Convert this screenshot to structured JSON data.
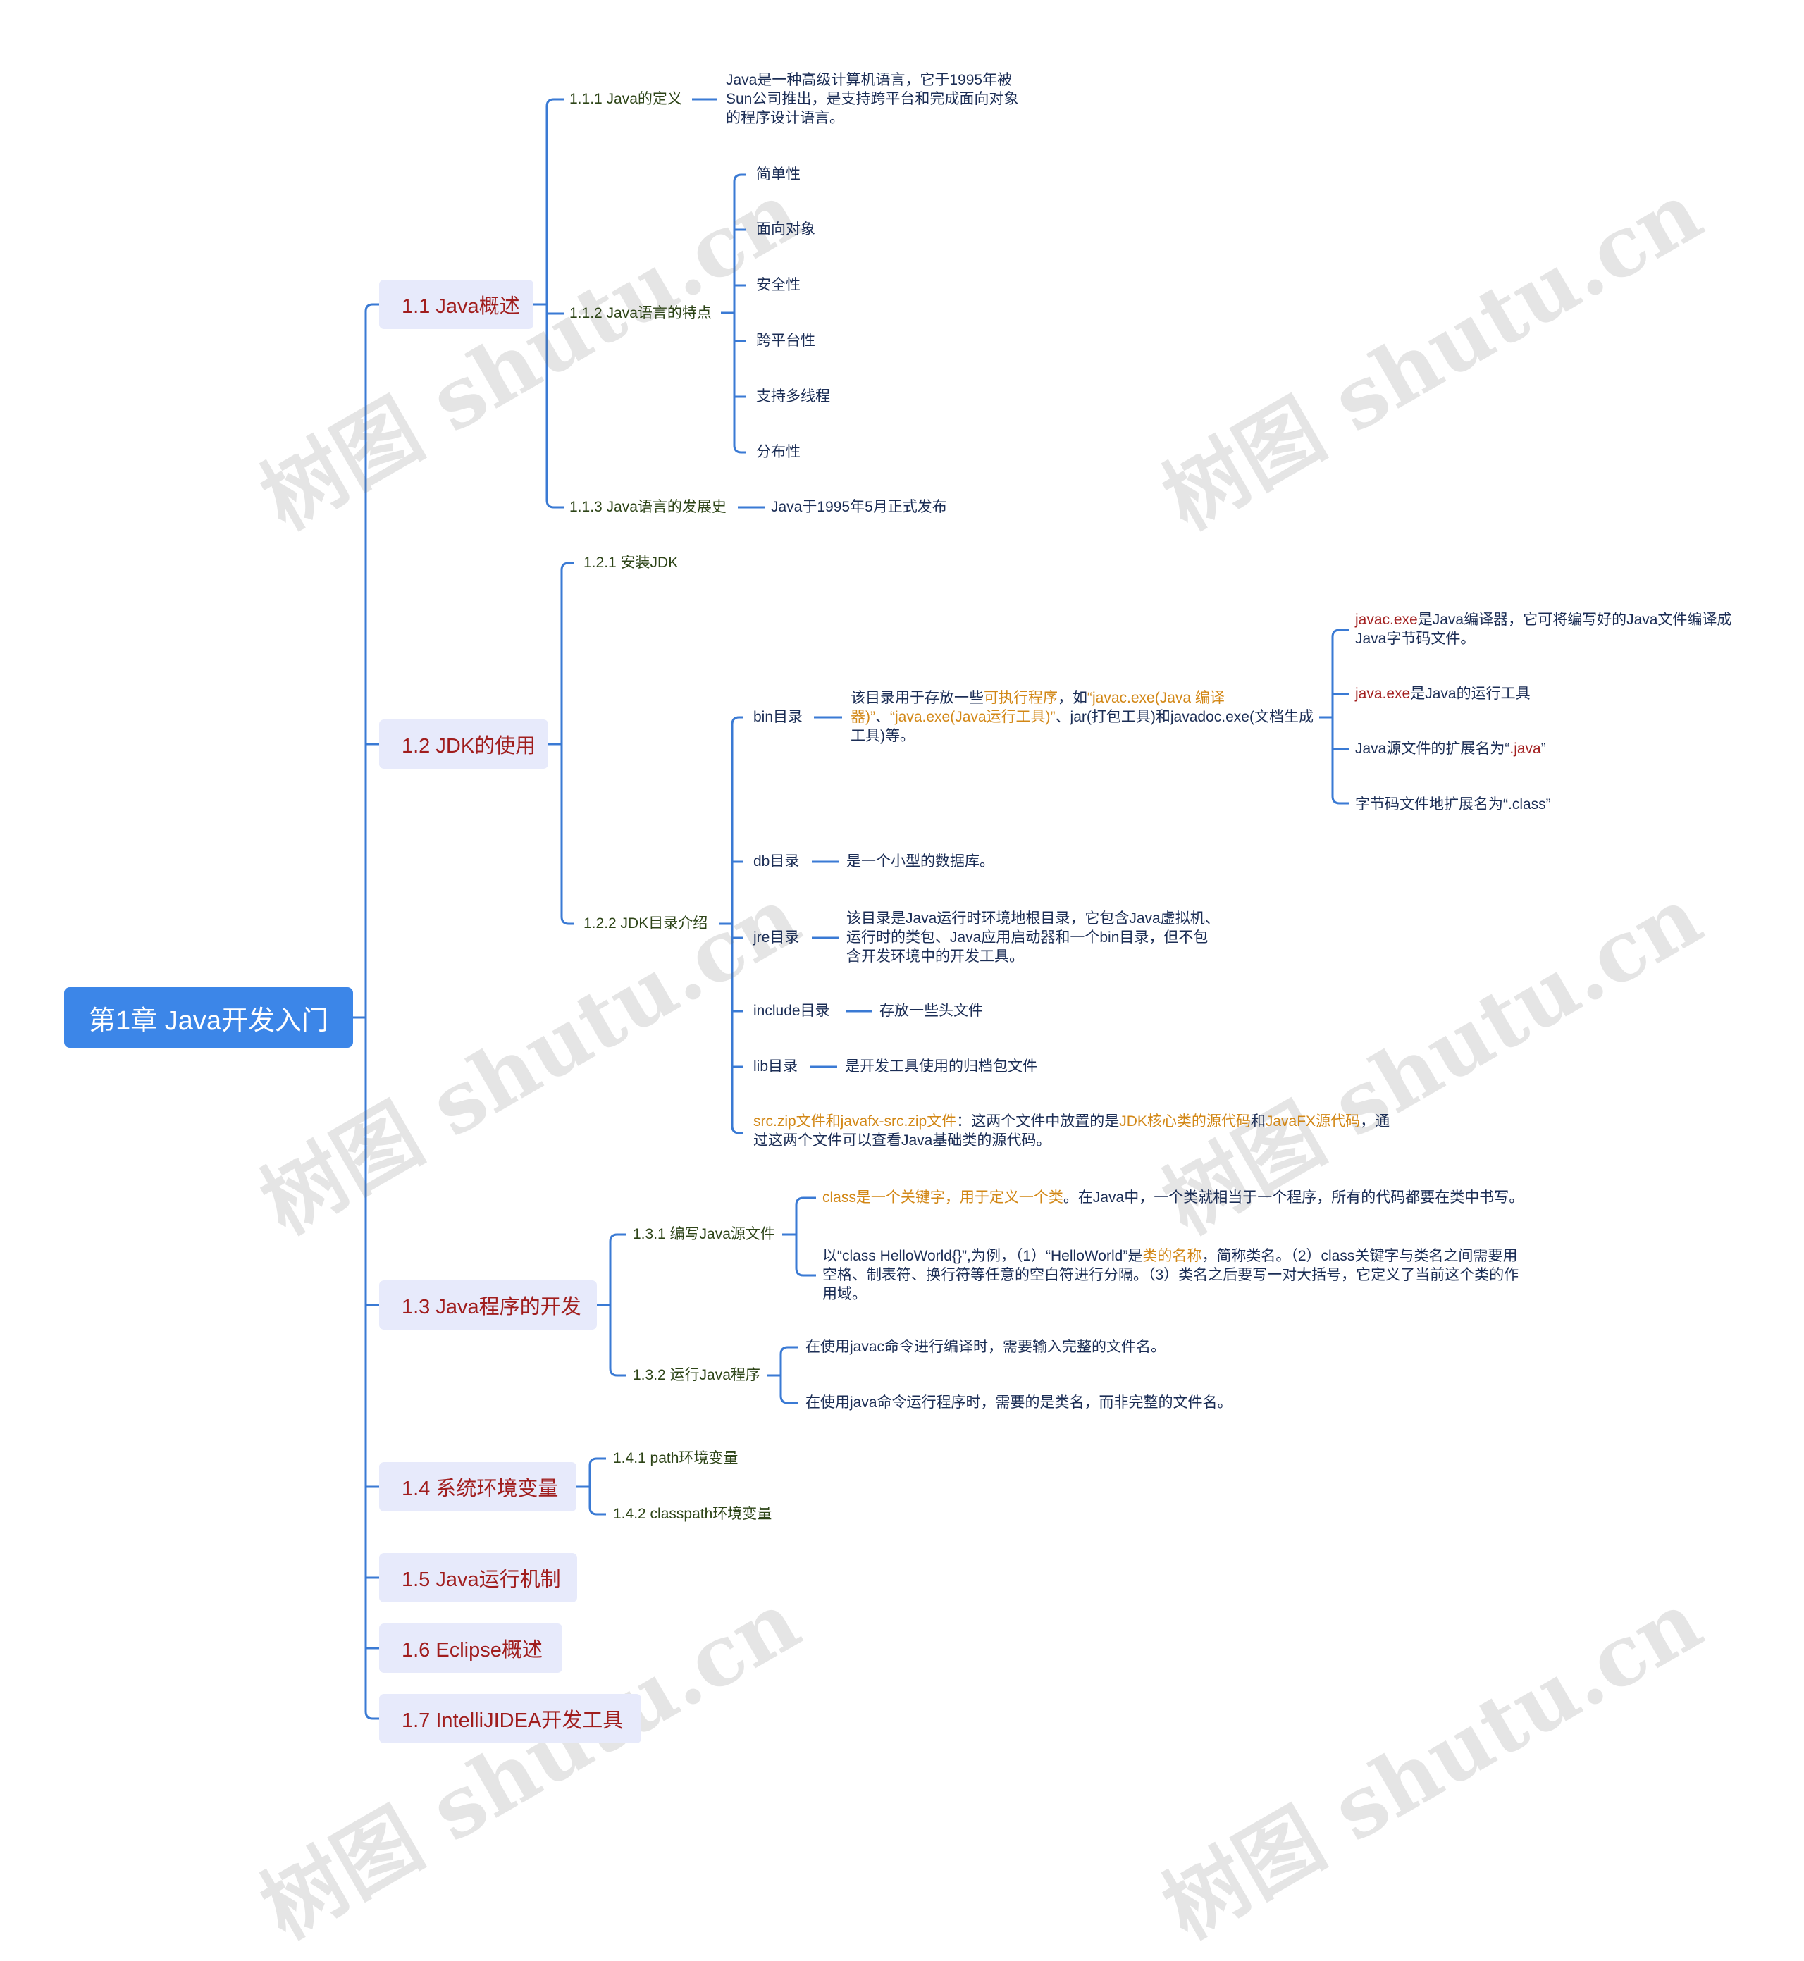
{
  "root": "第1章  Java开发入门",
  "colors": {
    "root_bg": "#3c86e8",
    "topic_bg": "#e7eafb",
    "topic_text": "#a01d1d",
    "line": "#3a7ad4",
    "highlight": "#d28716",
    "keyword_red": "#a32020"
  },
  "watermark": "树图 shutu.cn",
  "s1": {
    "title": "1.1 Java概述",
    "c1": {
      "label": "1.1.1 Java的定义",
      "desc": "Java是一种高级计算机语言，它于1995年被Sun公司推出，是支持跨平台和完成面向对象的程序设计语言。"
    },
    "c2": {
      "label": "1.1.2 Java语言的特点",
      "items": [
        "简单性",
        "面向对象",
        "安全性",
        "跨平台性",
        "支持多线程",
        "分布性"
      ]
    },
    "c3": {
      "label": "1.1.3 Java语言的发展史",
      "desc": "Java于1995年5月正式发布"
    }
  },
  "s2": {
    "title": "1.2 JDK的使用",
    "c1": {
      "label": "1.2.1 安装JDK"
    },
    "c2": {
      "label": "1.2.2 JDK目录介绍",
      "bin": {
        "label": "bin目录",
        "d1": "该目录用于存放一些",
        "d2": "可执行程序",
        "d3": "，如",
        "d4": "“javac.exe(Java 编译器)”",
        "d5": "、",
        "d6": "“java.exe(Java运行工具)”",
        "d7": "、jar(打包工具)和javadoc.exe(文档生成工具)等。",
        "n1a": "javac.exe",
        "n1b": "是Java编译器，它可将编写好的Java文件编译成Java字节码文件。",
        "n2a": "java.exe",
        "n2b": "是Java的运行工具",
        "n3a": "Java源文件的扩展名为“",
        "n3b": ".java",
        "n3c": "”",
        "n4": "字节码文件地扩展名为“.class”"
      },
      "db": {
        "label": "db目录",
        "desc": "是一个小型的数据库。"
      },
      "jre": {
        "label": "jre目录",
        "desc": "该目录是Java运行时环境地根目录，它包含Java虚拟机、运行时的类包、Java应用启动器和一个bin目录，但不包含开发环境中的开发工具。"
      },
      "include": {
        "label": "include目录",
        "desc": "存放一些头文件"
      },
      "lib": {
        "label": "lib目录",
        "desc": "是开发工具使用的归档包文件"
      },
      "src": {
        "p1": "src.zip文件和javafx-src.zip文件",
        "p2": "：这两个文件中放置的是",
        "p3": "JDK核心类的源代码",
        "p4": "和",
        "p5": "JavaFX源代码",
        "p6": "，通过这两个文件可以查看Java基础类的源代码。"
      }
    }
  },
  "s3": {
    "title": "1.3  Java程序的开发",
    "c1": {
      "label": "1.3.1 编写Java源文件",
      "n1a": "class是一个关键字，用于定义一个类",
      "n1b": "。在Java中，一个类就相当于一个程序，所有的代码都要在类中书写。",
      "n2a": "以“class HelloWorld{}”,为例，（1）“HelloWorld”是",
      "n2b": "类的名称",
      "n2c": "，简称类名。（2）class关键字与类名之间需要用空格、制表符、换行符等任意的空白符进行分隔。（3）类名之后要写一对大括号，它定义了当前这个类的作用域。"
    },
    "c2": {
      "label": "1.3.2 运行Java程序",
      "n1": "在使用javac命令进行编译时，需要输入完整的文件名。",
      "n2": "在使用java命令运行程序时，需要的是类名，而非完整的文件名。"
    }
  },
  "s4": {
    "title": "1.4  系统环境变量",
    "c1": "1.4.1 path环境变量",
    "c2": "1.4.2 classpath环境变量"
  },
  "s5": {
    "title": "1.5  Java运行机制"
  },
  "s6": {
    "title": "1.6  Eclipse概述"
  },
  "s7": {
    "title": "1.7  IntelliJIDEA开发工具"
  }
}
